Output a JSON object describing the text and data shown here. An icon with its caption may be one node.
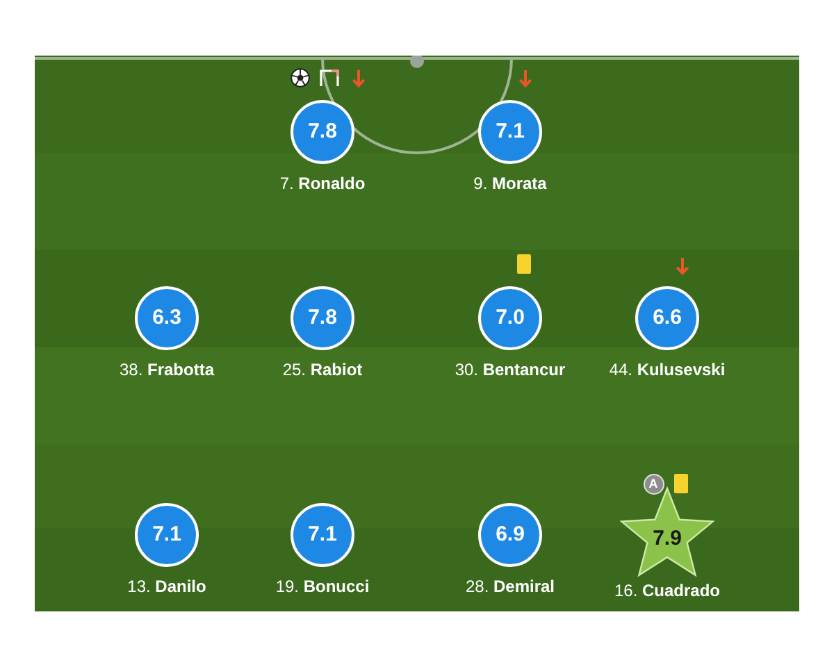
{
  "diagram": {
    "nodes": [
      {
        "text": [
          "7.8"
        ],
        "beside": [
          "7. **Ronaldo**"
        ]
      },
      {
        "text": [
          "7.1"
        ],
        "beside": [
          "9. **Morata**"
        ]
      },
      {
        "text": [
          "6.3"
        ],
        "beside": [
          "38. **Frabotta**"
        ]
      },
      {
        "text": [
          "7.8"
        ],
        "beside": [
          "25. **Rabiot**"
        ]
      },
      {
        "text": [
          "7.0"
        ],
        "beside": [
          "30. **Bentancur**"
        ]
      },
      {
        "text": [
          "6.6"
        ],
        "beside": [
          "44. **Kulusevski**"
        ]
      },
      {
        "text": [
          "A"
        ]
      },
      {
        "text": [
          "7.1"
        ],
        "beside": [
          "13. **Danilo**"
        ]
      },
      {
        "text": [
          "7.1"
        ],
        "beside": [
          "19. **Bonucci**"
        ]
      },
      {
        "text": [
          "6.9"
        ],
        "beside": [
          "28. **Demiral**"
        ]
      },
      {
        "text": [
          "7.9"
        ],
        "beside": [
          "16. **Cuadrado**"
        ]
      }
    ]
  }
}
